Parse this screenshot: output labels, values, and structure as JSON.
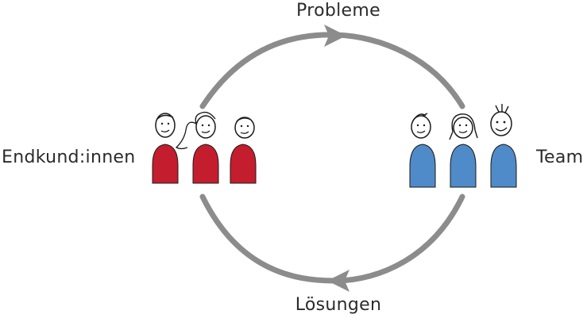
{
  "labels": {
    "top": "Probleme",
    "bottom": "Lösungen",
    "left": "Endkund:innen",
    "right": "Team"
  },
  "colors": {
    "cycle": "#8c8c8c",
    "customers": "#c41e2e",
    "team": "#4f8bc9",
    "outline": "#1a1a1a",
    "text": "#2b2b2b"
  }
}
